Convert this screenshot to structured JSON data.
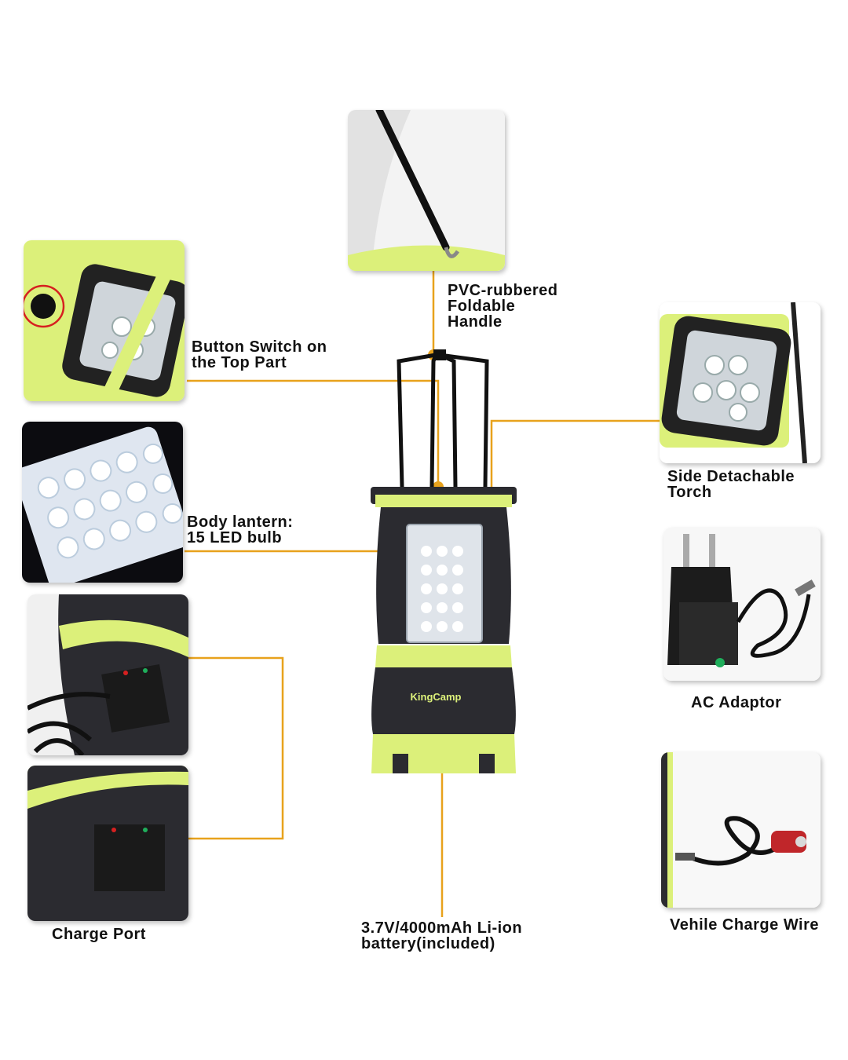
{
  "colors": {
    "accent_lime": "#dcf07a",
    "body_dark": "#2b2b30",
    "connector": "#e8a21c",
    "highlight_ring": "#d62020"
  },
  "labels": {
    "handle": [
      "PVC-rubbered",
      "Foldable",
      "Handle"
    ],
    "button_switch": [
      "Button Switch on",
      "the Top Part"
    ],
    "side_torch": [
      "Side Detachable",
      "Torch"
    ],
    "body_lantern": [
      "Body lantern:",
      "15 LED bulb"
    ],
    "ac_adaptor": "AC Adaptor",
    "charge_port": "Charge Port",
    "battery": [
      "3.7V/4000mAh Li-ion",
      "battery(included)"
    ],
    "vehicle_wire": "Vehile Charge Wire"
  },
  "brand": "KingCamp"
}
